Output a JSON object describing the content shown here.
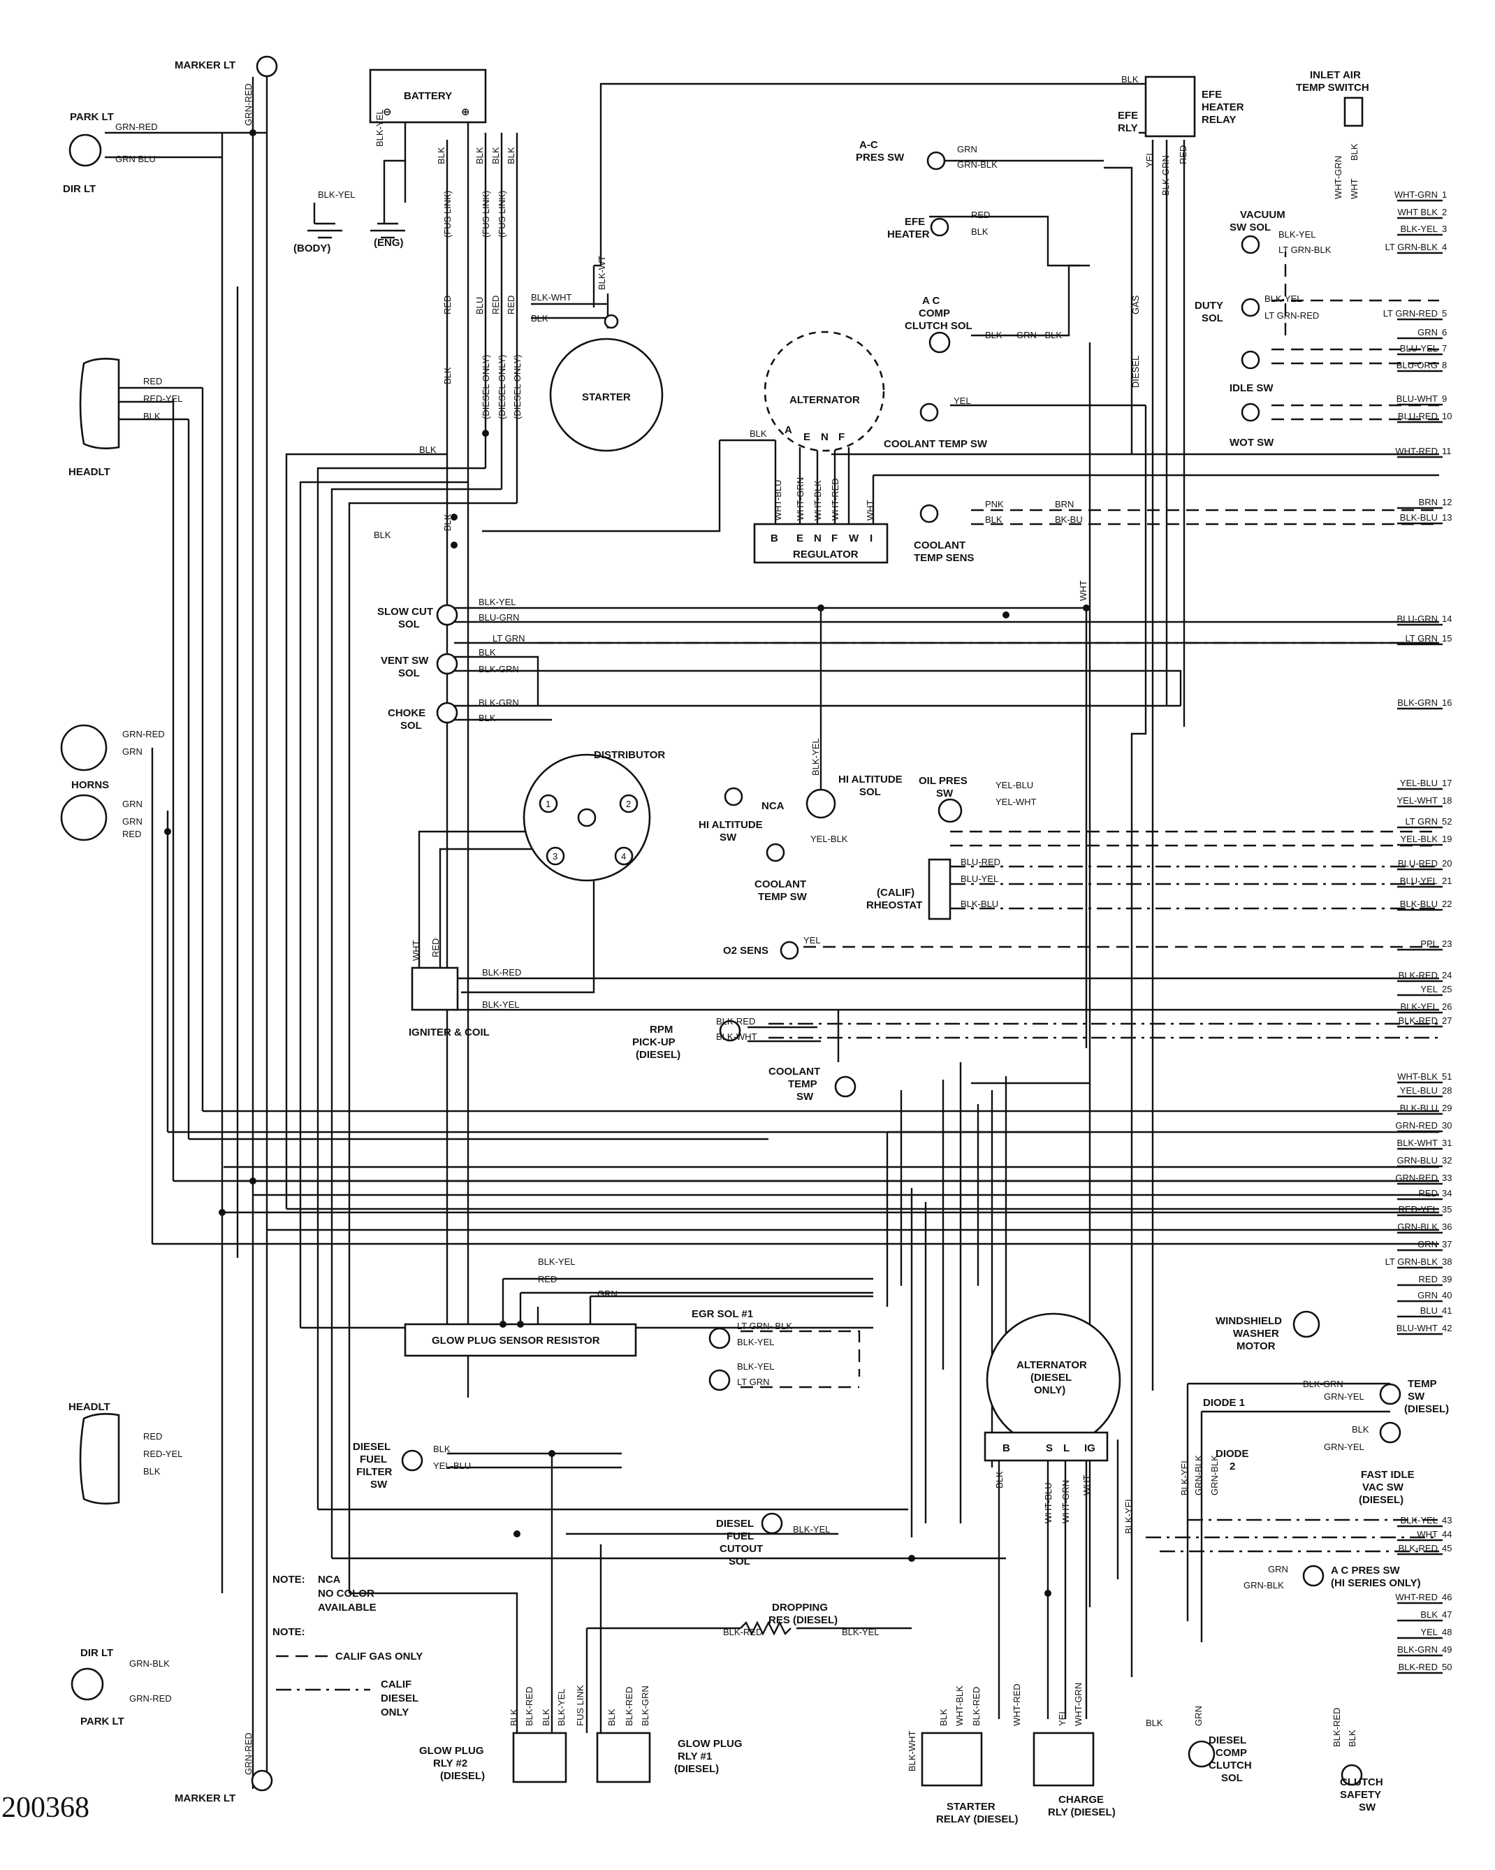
{
  "figure_id": "200368",
  "colors": {
    "ink": "#111111",
    "paper": "#ffffff"
  },
  "components": {
    "marker_lt_top": "MARKER LT",
    "marker_lt_bottom": "MARKER LT",
    "park_lt_top": "PARK LT",
    "dir_lt_top": "DIR LT",
    "park_lt_bottom": "PARK LT",
    "dir_lt_bottom": "DIR LT",
    "headlt_top": "HEADLT",
    "headlt_bottom": "HEADLT",
    "horns": "HORNS",
    "battery": "BATTERY",
    "body_ground": "(BODY)",
    "eng_ground": "(ENG)",
    "starter": "STARTER",
    "alternator": "ALTERNATOR",
    "regulator": "REGULATOR",
    "efe_heater_relay": "EFE HEATER RELAY",
    "efe_rly": "EFE RLY",
    "inlet_air_temp_switch": "INLET AIR TEMP SWITCH",
    "ac_pres_sw": "A-C PRES SW",
    "efe_heater": "EFE HEATER",
    "vacuum_sw_sol": "VACUUM SW SOL",
    "duty_sol": "DUTY SOL",
    "ac_comp_clutch_sol": "A C COMP CLUTCH SOL",
    "idle_sw": "IDLE SW",
    "wot_sw": "WOT SW",
    "coolant_temp_sw_top": "COOLANT TEMP SW",
    "coolant_temp_sens": "COOLANT TEMP SENS",
    "slow_cut_sol": "SLOW CUT SOL",
    "vent_sw_sol": "VENT SW SOL",
    "choke_sol": "CHOKE SOL",
    "distributor": "DISTRIBUTOR",
    "hi_altitude_sol": "HI ALTITUDE SOL",
    "nca": "NCA",
    "hi_altitude_sw": "HI ALTITUDE SW",
    "oil_pres_sw": "OIL PRES SW",
    "coolant_temp_sw_mid": "COOLANT TEMP SW",
    "calif_rheostat": "(CALIF) RHEOSTAT",
    "o2_sens": "O2 SENS",
    "igniter_coil": "IGNITER & COIL",
    "rpm_pickup": "RPM PICK-UP (DIESEL)",
    "coolant_temp_sw_low": "COOLANT TEMP SW",
    "glow_plug_sensor_resistor": "GLOW PLUG SENSOR RESISTOR",
    "egr_sol": "EGR SOL #1",
    "windshield_washer_motor": "WINDSHIELD WASHER MOTOR",
    "alternator_diesel": "ALTERNATOR (DIESEL ONLY)",
    "temp_sw_diesel": "TEMP SW (DIESEL)",
    "diode1": "DIODE 1",
    "diode2": "DIODE 2",
    "fast_idle_vac_sw": "FAST IDLE VAC SW (DIESEL)",
    "diesel_fuel_filter_sw": "DIESEL FUEL FILTER SW",
    "diesel_fuel_cutout_sol": "DIESEL FUEL CUTOUT SOL",
    "ac_pres_sw_hi": "A C PRES SW (HI SERIES ONLY)",
    "dropping_res": "DROPPING RES (DIESEL)",
    "glow_plug_rly2": "GLOW PLUG RLY #2 (DIESEL)",
    "glow_plug_rly1": "GLOW PLUG RLY #1 (DIESEL)",
    "starter_relay": "STARTER RELAY (DIESEL)",
    "charge_rly": "CHARGE RLY (DIESEL)",
    "diesel_comp_clutch_sol": "DIESEL COMP CLUTCH SOL",
    "clutch_safety_sw": "CLUTCH SAFETY SW"
  },
  "notes": {
    "note1_title": "NOTE:",
    "note1_body": "NCA NO COLOR AVAILABLE",
    "note2_title": "NOTE:",
    "calif_gas": "CALIF GAS ONLY",
    "calif_diesel": "CALIF DIESEL ONLY"
  },
  "terminals": {
    "alt": [
      "A",
      "E",
      "N",
      "F"
    ],
    "reg": [
      "B",
      "E",
      "N",
      "F",
      "W",
      "I"
    ],
    "alt_diesel": [
      "B",
      "S",
      "L",
      "IG"
    ],
    "dist": [
      "1",
      "2",
      "3",
      "4"
    ]
  },
  "connector_wires": [
    {
      "n": "1",
      "color": "WHT-GRN"
    },
    {
      "n": "2",
      "color": "WHT BLK"
    },
    {
      "n": "3",
      "color": "BLK-YEL"
    },
    {
      "n": "4",
      "color": "LT GRN-BLK"
    },
    {
      "n": "5",
      "color": "LT GRN-RED"
    },
    {
      "n": "6",
      "color": "GRN"
    },
    {
      "n": "7",
      "color": "BLU-YEL"
    },
    {
      "n": "8",
      "color": "BLU-ORG"
    },
    {
      "n": "9",
      "color": "BLU-WHT"
    },
    {
      "n": "10",
      "color": "BLU-RED"
    },
    {
      "n": "11",
      "color": "WHT-RED"
    },
    {
      "n": "12",
      "color": "BRN"
    },
    {
      "n": "13",
      "color": "BLK-BLU"
    },
    {
      "n": "14",
      "color": "BLU-GRN"
    },
    {
      "n": "15",
      "color": "LT GRN"
    },
    {
      "n": "16",
      "color": "BLK-GRN"
    },
    {
      "n": "17",
      "color": "YEL-BLU"
    },
    {
      "n": "18",
      "color": "YEL-WHT"
    },
    {
      "n": "52",
      "color": "LT GRN"
    },
    {
      "n": "19",
      "color": "YEL-BLK"
    },
    {
      "n": "20",
      "color": "BLU-RED"
    },
    {
      "n": "21",
      "color": "BLU-YEL"
    },
    {
      "n": "22",
      "color": "BLK-BLU"
    },
    {
      "n": "23",
      "color": "PPL"
    },
    {
      "n": "24",
      "color": "BLK-RED"
    },
    {
      "n": "25",
      "color": "YEL"
    },
    {
      "n": "26",
      "color": "BLK-YEL"
    },
    {
      "n": "27",
      "color": "BLK-RED"
    },
    {
      "n": "51",
      "color": "WHT-BLK"
    },
    {
      "n": "28",
      "color": "YEL-BLU"
    },
    {
      "n": "29",
      "color": "BLK-BLU"
    },
    {
      "n": "30",
      "color": "GRN-RED"
    },
    {
      "n": "31",
      "color": "BLK-WHT"
    },
    {
      "n": "32",
      "color": "GRN-BLU"
    },
    {
      "n": "33",
      "color": "GRN-RED"
    },
    {
      "n": "34",
      "color": "RED"
    },
    {
      "n": "35",
      "color": "RED-YEL"
    },
    {
      "n": "36",
      "color": "GRN-BLK"
    },
    {
      "n": "37",
      "color": "GRN"
    },
    {
      "n": "38",
      "color": "LT GRN-BLK"
    },
    {
      "n": "39",
      "color": "RED"
    },
    {
      "n": "40",
      "color": "GRN"
    },
    {
      "n": "41",
      "color": "BLU"
    },
    {
      "n": "42",
      "color": "BLU-WHT"
    },
    {
      "n": "43",
      "color": "BLK-YEL"
    },
    {
      "n": "44",
      "color": "WHT"
    },
    {
      "n": "45",
      "color": "BLK-RED"
    },
    {
      "n": "46",
      "color": "WHT-RED"
    },
    {
      "n": "47",
      "color": "BLK"
    },
    {
      "n": "48",
      "color": "YEL"
    },
    {
      "n": "49",
      "color": "BLK-GRN"
    },
    {
      "n": "50",
      "color": "BLK-RED"
    }
  ],
  "wire_labels": {
    "grn_red": "GRN-RED",
    "grn_blu": "GRN BLU",
    "grn_blk": "GRN-BLK",
    "red": "RED",
    "red_yel": "RED-YEL",
    "blk": "BLK",
    "grn": "GRN",
    "blk_yel": "BLK-YEL",
    "blk_wht": "BLK-WHT",
    "blk_wt": "BLK-WT",
    "fus_link": "FUS LINK",
    "diesel_only": "DIESEL ONLY",
    "blu": "BLU",
    "wht_blu": "WHT-BLU",
    "wht_grn": "WHT-GRN",
    "wht_blk": "WHT-BLK",
    "wht_red": "WHT-RED",
    "wht": "WHT",
    "yel": "YEL",
    "gas": "GAS",
    "diesel": "DIESEL",
    "pnk": "PNK",
    "brn": "BRN",
    "bk_bu": "BK-BU",
    "blu_grn": "BLU-GRN",
    "lt_grn": "LT GRN",
    "blk_grn": "BLK-GRN",
    "yel_blu": "YEL-BLU",
    "yel_wht": "YEL-WHT",
    "yel_blk": "YEL-BLK",
    "blu_red": "BLU-RED",
    "blu_yel": "BLU-YEL",
    "blk_blu": "BLK-BLU",
    "blk_red": "BLK-RED",
    "lt_grn_blk": "LT GRN-BLK",
    "grn_yel": "GRN-YEL",
    "lt_grn_red": "LT GRN-RED",
    "yel_blu2": "YEL-BLU",
    "grn_blk2": "GRN-BLK"
  }
}
